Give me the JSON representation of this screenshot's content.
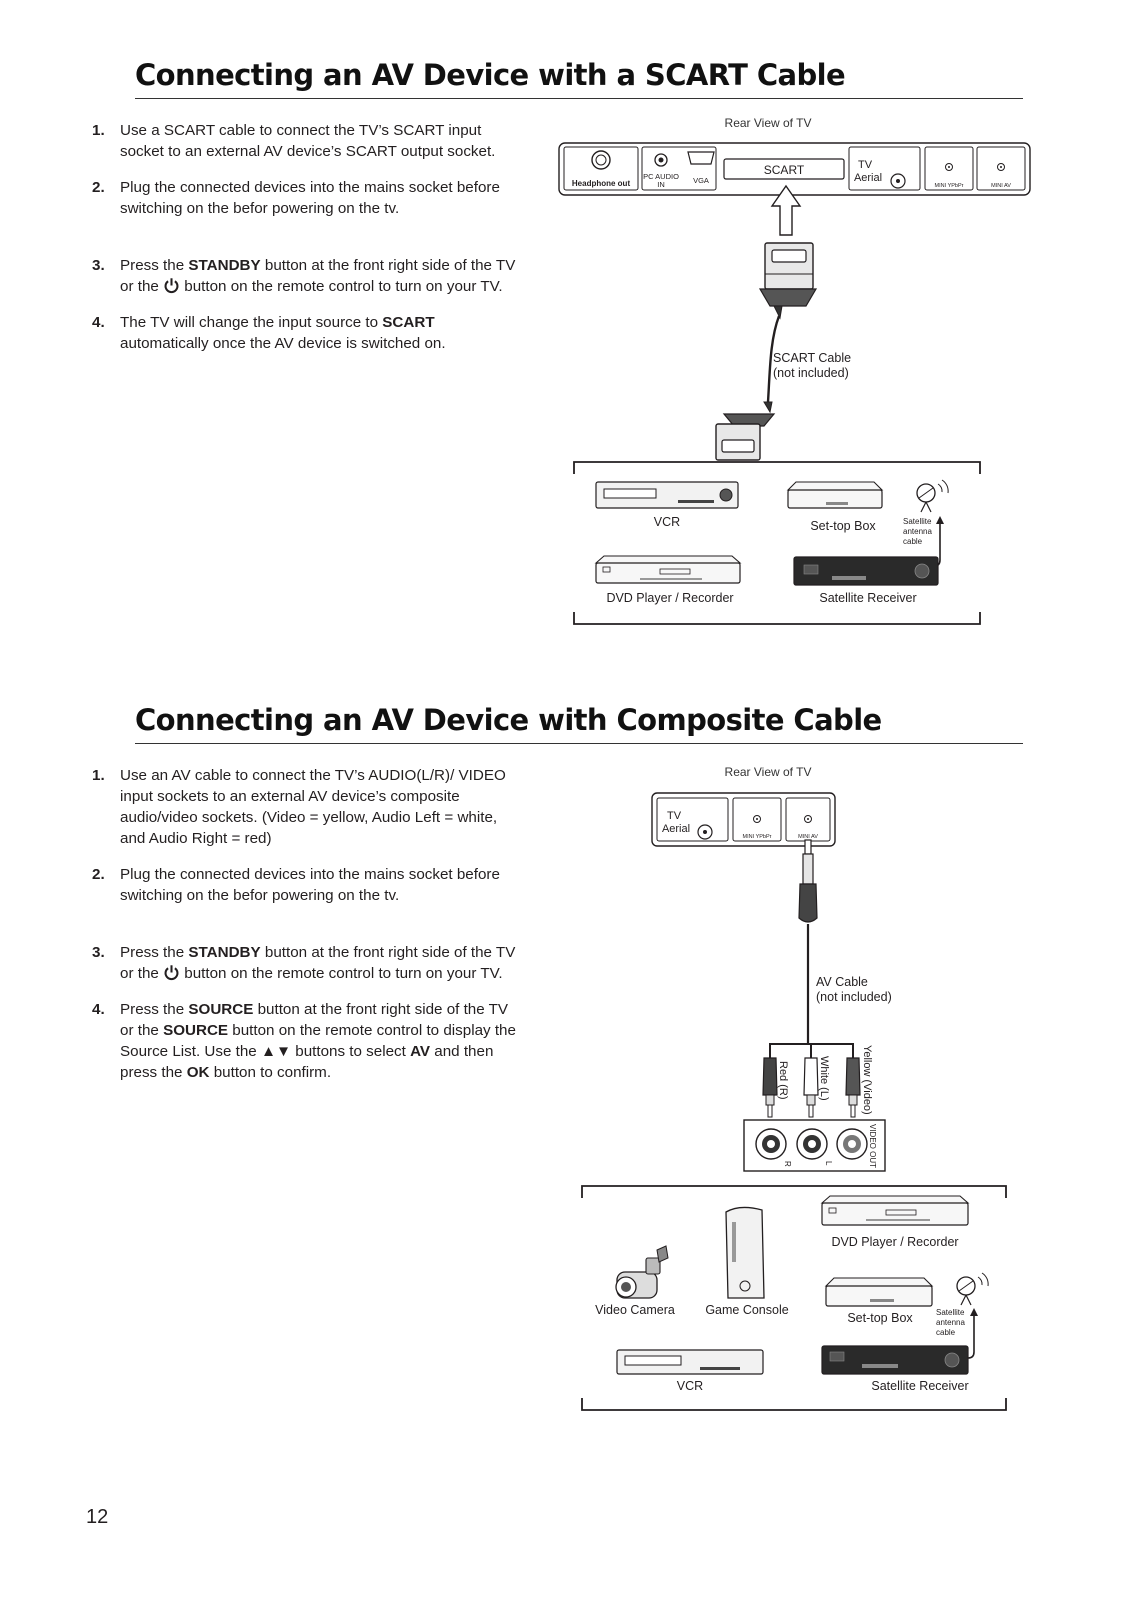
{
  "section1": {
    "title": "Connecting an AV Device with a SCART Cable",
    "steps": [
      {
        "num": "1.",
        "text": "Use a SCART cable to connect the TV’s SCART input socket to an external AV device’s SCART output socket."
      },
      {
        "num": "2.",
        "text": "Plug the connected devices into the mains socket before switching on the befor powering on the tv."
      },
      {
        "num": "3.",
        "pre": "Press the ",
        "bold": "STANDBY",
        "mid": " button at the front right side of the TV or the ",
        "post": " button on the remote control to turn on your TV."
      },
      {
        "num": "4.",
        "pre": "The TV will change the input source to ",
        "bold": "SCART",
        "post": " automatically once the AV device is switched on."
      }
    ],
    "diagram": {
      "rear_view": "Rear View of TV",
      "headphone": "Headphone out",
      "pc_audio_1": "PC AUDIO",
      "pc_audio_2": "IN",
      "vga": "VGA",
      "scart": "SCART",
      "tv": "TV",
      "aerial": "Aerial",
      "mini_ypbpr": "MINI YPbPr",
      "mini_av": "MINI AV",
      "cable_1": "SCART Cable",
      "cable_2": "(not included)",
      "vcr": "VCR",
      "settop": "Set-top Box",
      "sat_1": "Satellite",
      "sat_2": "antenna",
      "sat_3": "cable",
      "dvd": "DVD Player / Recorder",
      "sat_receiver": "Satellite Receiver"
    }
  },
  "section2": {
    "title": "Connecting an AV Device with Composite Cable",
    "steps": [
      {
        "num": "1.",
        "text": "Use an AV cable to connect the TV’s AUDIO(L/R)/ VIDEO input sockets to an external AV device’s composite audio/video sockets. (Video = yellow, Audio Left = white, and Audio Right = red)"
      },
      {
        "num": "2.",
        "text": "Plug the connected devices into the mains socket before switching on the befor powering on the tv."
      },
      {
        "num": "3.",
        "pre": "Press the ",
        "bold": "STANDBY",
        "mid": " button at the front right side of the TV or the ",
        "post": " button on the remote control to turn on your TV."
      },
      {
        "num": "4.",
        "p1": "Press the ",
        "b1": "SOURCE",
        "p2": " button at the front right side of the TV or the ",
        "b2": "SOURCE",
        "p3": " button on the remote control to display the Source List. Use the ▲▼ buttons to select ",
        "b3": "AV",
        "p4": " and then press the ",
        "b4": "OK",
        "p5": " button to confirm."
      }
    ],
    "diagram": {
      "rear_view": "Rear View of TV",
      "tv": "TV",
      "aerial": "Aerial",
      "mini_ypbpr": "MINI YPbPr",
      "mini_av": "MINI AV",
      "cable_1": "AV Cable",
      "cable_2": "(not included)",
      "red": "Red (R)",
      "white": "White (L)",
      "yellow": "Yellow (Video)",
      "r": "R",
      "l": "L",
      "video_out": "VIDEO OUT",
      "dvd": "DVD Player / Recorder",
      "camera": "Video Camera",
      "console": "Game Console",
      "settop": "Set-top Box",
      "sat_1": "Satellite",
      "sat_2": "antenna",
      "sat_3": "cable",
      "vcr": "VCR",
      "sat_receiver": "Satellite Receiver"
    }
  },
  "page_number": "12"
}
